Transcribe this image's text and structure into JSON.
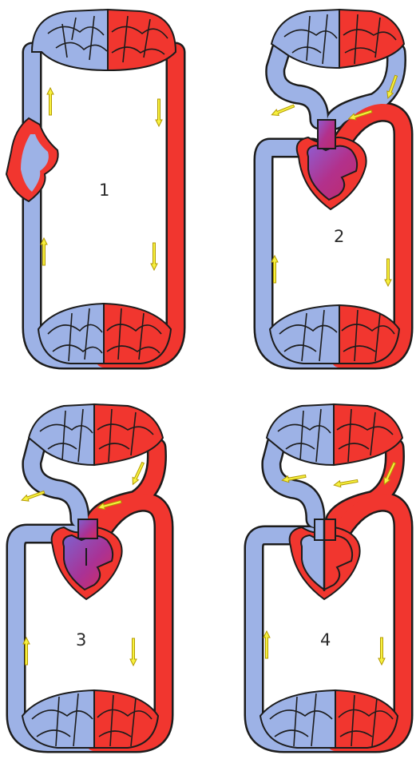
{
  "figure": {
    "panels": [
      {
        "number": "1",
        "heart": "single-chamber-tube"
      },
      {
        "number": "2",
        "heart": "three-chamber-mixed"
      },
      {
        "number": "3",
        "heart": "three-chamber-partially-divided"
      },
      {
        "number": "4",
        "heart": "four-chamber-separated"
      }
    ]
  },
  "colors": {
    "deoxygenated": "#9db2e6",
    "oxygenated": "#f1362f",
    "mixed": "#b2318c",
    "outline": "#1c1c1c",
    "arrow": "#f6f13f"
  },
  "icons": {
    "arrow": "flow-direction-arrow-icon"
  }
}
